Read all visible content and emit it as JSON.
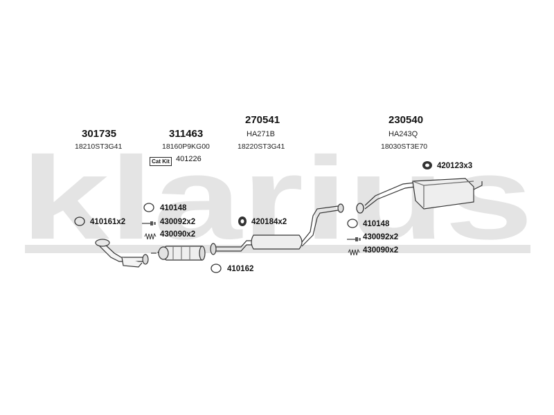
{
  "watermark": {
    "text": "klarius",
    "color": "#e2e2e2"
  },
  "groups": [
    {
      "part_number": "301735",
      "oe_number": "18210ST3G41"
    },
    {
      "part_number": "311463",
      "oe_number": "18160P9KG00"
    },
    {
      "part_number": "270541",
      "oe_number_line1": "HA271B",
      "oe_number": "18220ST3G41"
    },
    {
      "part_number": "230540",
      "oe_number_line1": "HA243Q",
      "oe_number": "18030ST3E70"
    }
  ],
  "cat_kit": {
    "badge": "Cat Kit",
    "number": "401226"
  },
  "fittings": [
    {
      "label": "410148",
      "icon": "gasket-ring-icon"
    },
    {
      "label": "410161x2",
      "icon": "gasket-ring-icon"
    },
    {
      "label": "430092x2",
      "icon": "bolt-icon"
    },
    {
      "label": "430090x2",
      "icon": "spring-icon"
    },
    {
      "label": "420184x2",
      "icon": "rubber-mount-icon"
    },
    {
      "label": "410162",
      "icon": "gasket-ring-icon"
    },
    {
      "label": "420123x3",
      "icon": "rubber-mount-icon"
    },
    {
      "label": "410148",
      "icon": "gasket-ring-icon"
    },
    {
      "label": "430092x2",
      "icon": "bolt-icon"
    },
    {
      "label": "430090x2",
      "icon": "spring-icon"
    }
  ]
}
